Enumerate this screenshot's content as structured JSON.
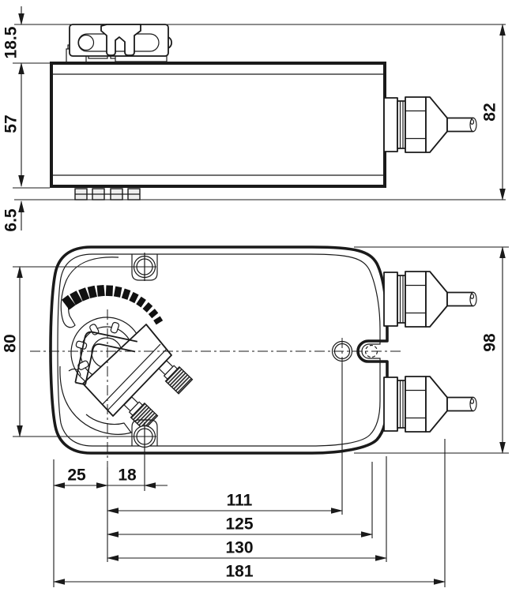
{
  "side_view": {
    "dims": {
      "bracket_height": "18.5",
      "body_height": "57",
      "foot_height": "6.5",
      "overall_height": "82"
    }
  },
  "front_view": {
    "dims": {
      "screw_distance": "80",
      "overall_height": "98",
      "edge_to_shaft": "25",
      "shaft_to_screw": "18",
      "shaft_to_hole": "111",
      "shaft_to_slot": "125",
      "shaft_to_body_end": "130",
      "overall_length": "181"
    }
  }
}
